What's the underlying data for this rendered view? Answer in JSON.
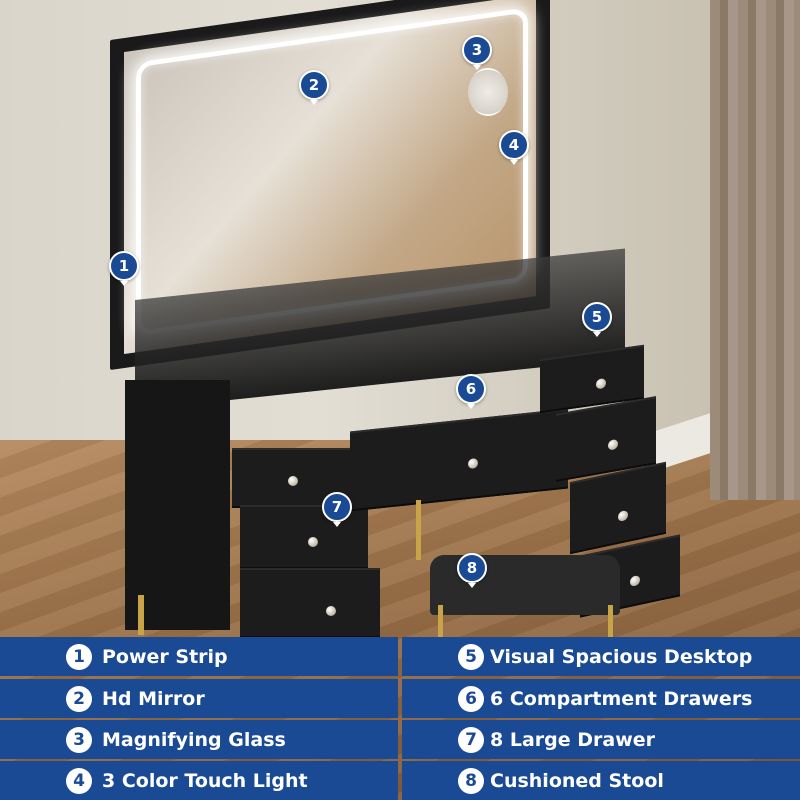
{
  "product": {
    "type": "vanity desk with lighted mirror",
    "colors": {
      "legend_band": "#1b4a94",
      "callout_badge": "#1b4a94",
      "furniture": "#1a1a1a",
      "legs": "#c9a347",
      "text": "#ffffff"
    }
  },
  "callouts": [
    {
      "number": "1",
      "target": "power strip"
    },
    {
      "number": "2",
      "target": "mirror"
    },
    {
      "number": "3",
      "target": "magnifying glass"
    },
    {
      "number": "4",
      "target": "touch light"
    },
    {
      "number": "5",
      "target": "desktop"
    },
    {
      "number": "6",
      "target": "compartment drawer"
    },
    {
      "number": "7",
      "target": "large drawer"
    },
    {
      "number": "8",
      "target": "stool"
    }
  ],
  "features": [
    {
      "number": "1",
      "label": "Power Strip"
    },
    {
      "number": "2",
      "label": "Hd Mirror"
    },
    {
      "number": "3",
      "label": "Magnifying Glass"
    },
    {
      "number": "4",
      "label": "3 Color Touch Light"
    },
    {
      "number": "5",
      "label": "Visual Spacious Desktop"
    },
    {
      "number": "6",
      "label": "6 Compartment Drawers"
    },
    {
      "number": "7",
      "label": "8 Large Drawer"
    },
    {
      "number": "8",
      "label": "Cushioned Stool"
    }
  ]
}
